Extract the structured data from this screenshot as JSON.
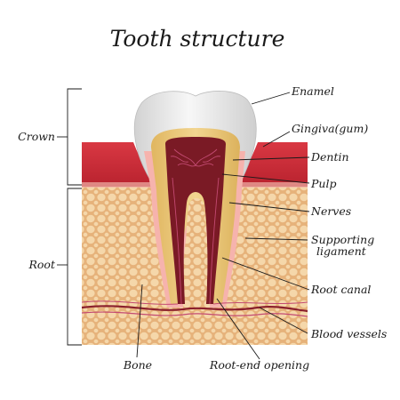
{
  "title": "Tooth structure",
  "groups": {
    "crown": "Crown",
    "root": "Root"
  },
  "labels": {
    "enamel": "Enamel",
    "gingiva": "Gingiva(gum)",
    "dentin": "Dentin",
    "pulp": "Pulp",
    "nerves": "Nerves",
    "supporting_ligament_1": "Supporting",
    "supporting_ligament_2": "ligament",
    "root_canal": "Root canal",
    "blood_vessels": "Blood vessels",
    "bone": "Bone",
    "root_end_opening": "Root-end opening"
  },
  "colors": {
    "bone": "#e9b77f",
    "bone_cell": "#f4d3a4",
    "gum": "#cf2f3b",
    "gum_light": "#f2a3a3",
    "enamel": "#e4e4e4",
    "dentin": "#e8c77b",
    "pulp": "#7a1a25",
    "nerve": "#b03a5a"
  }
}
